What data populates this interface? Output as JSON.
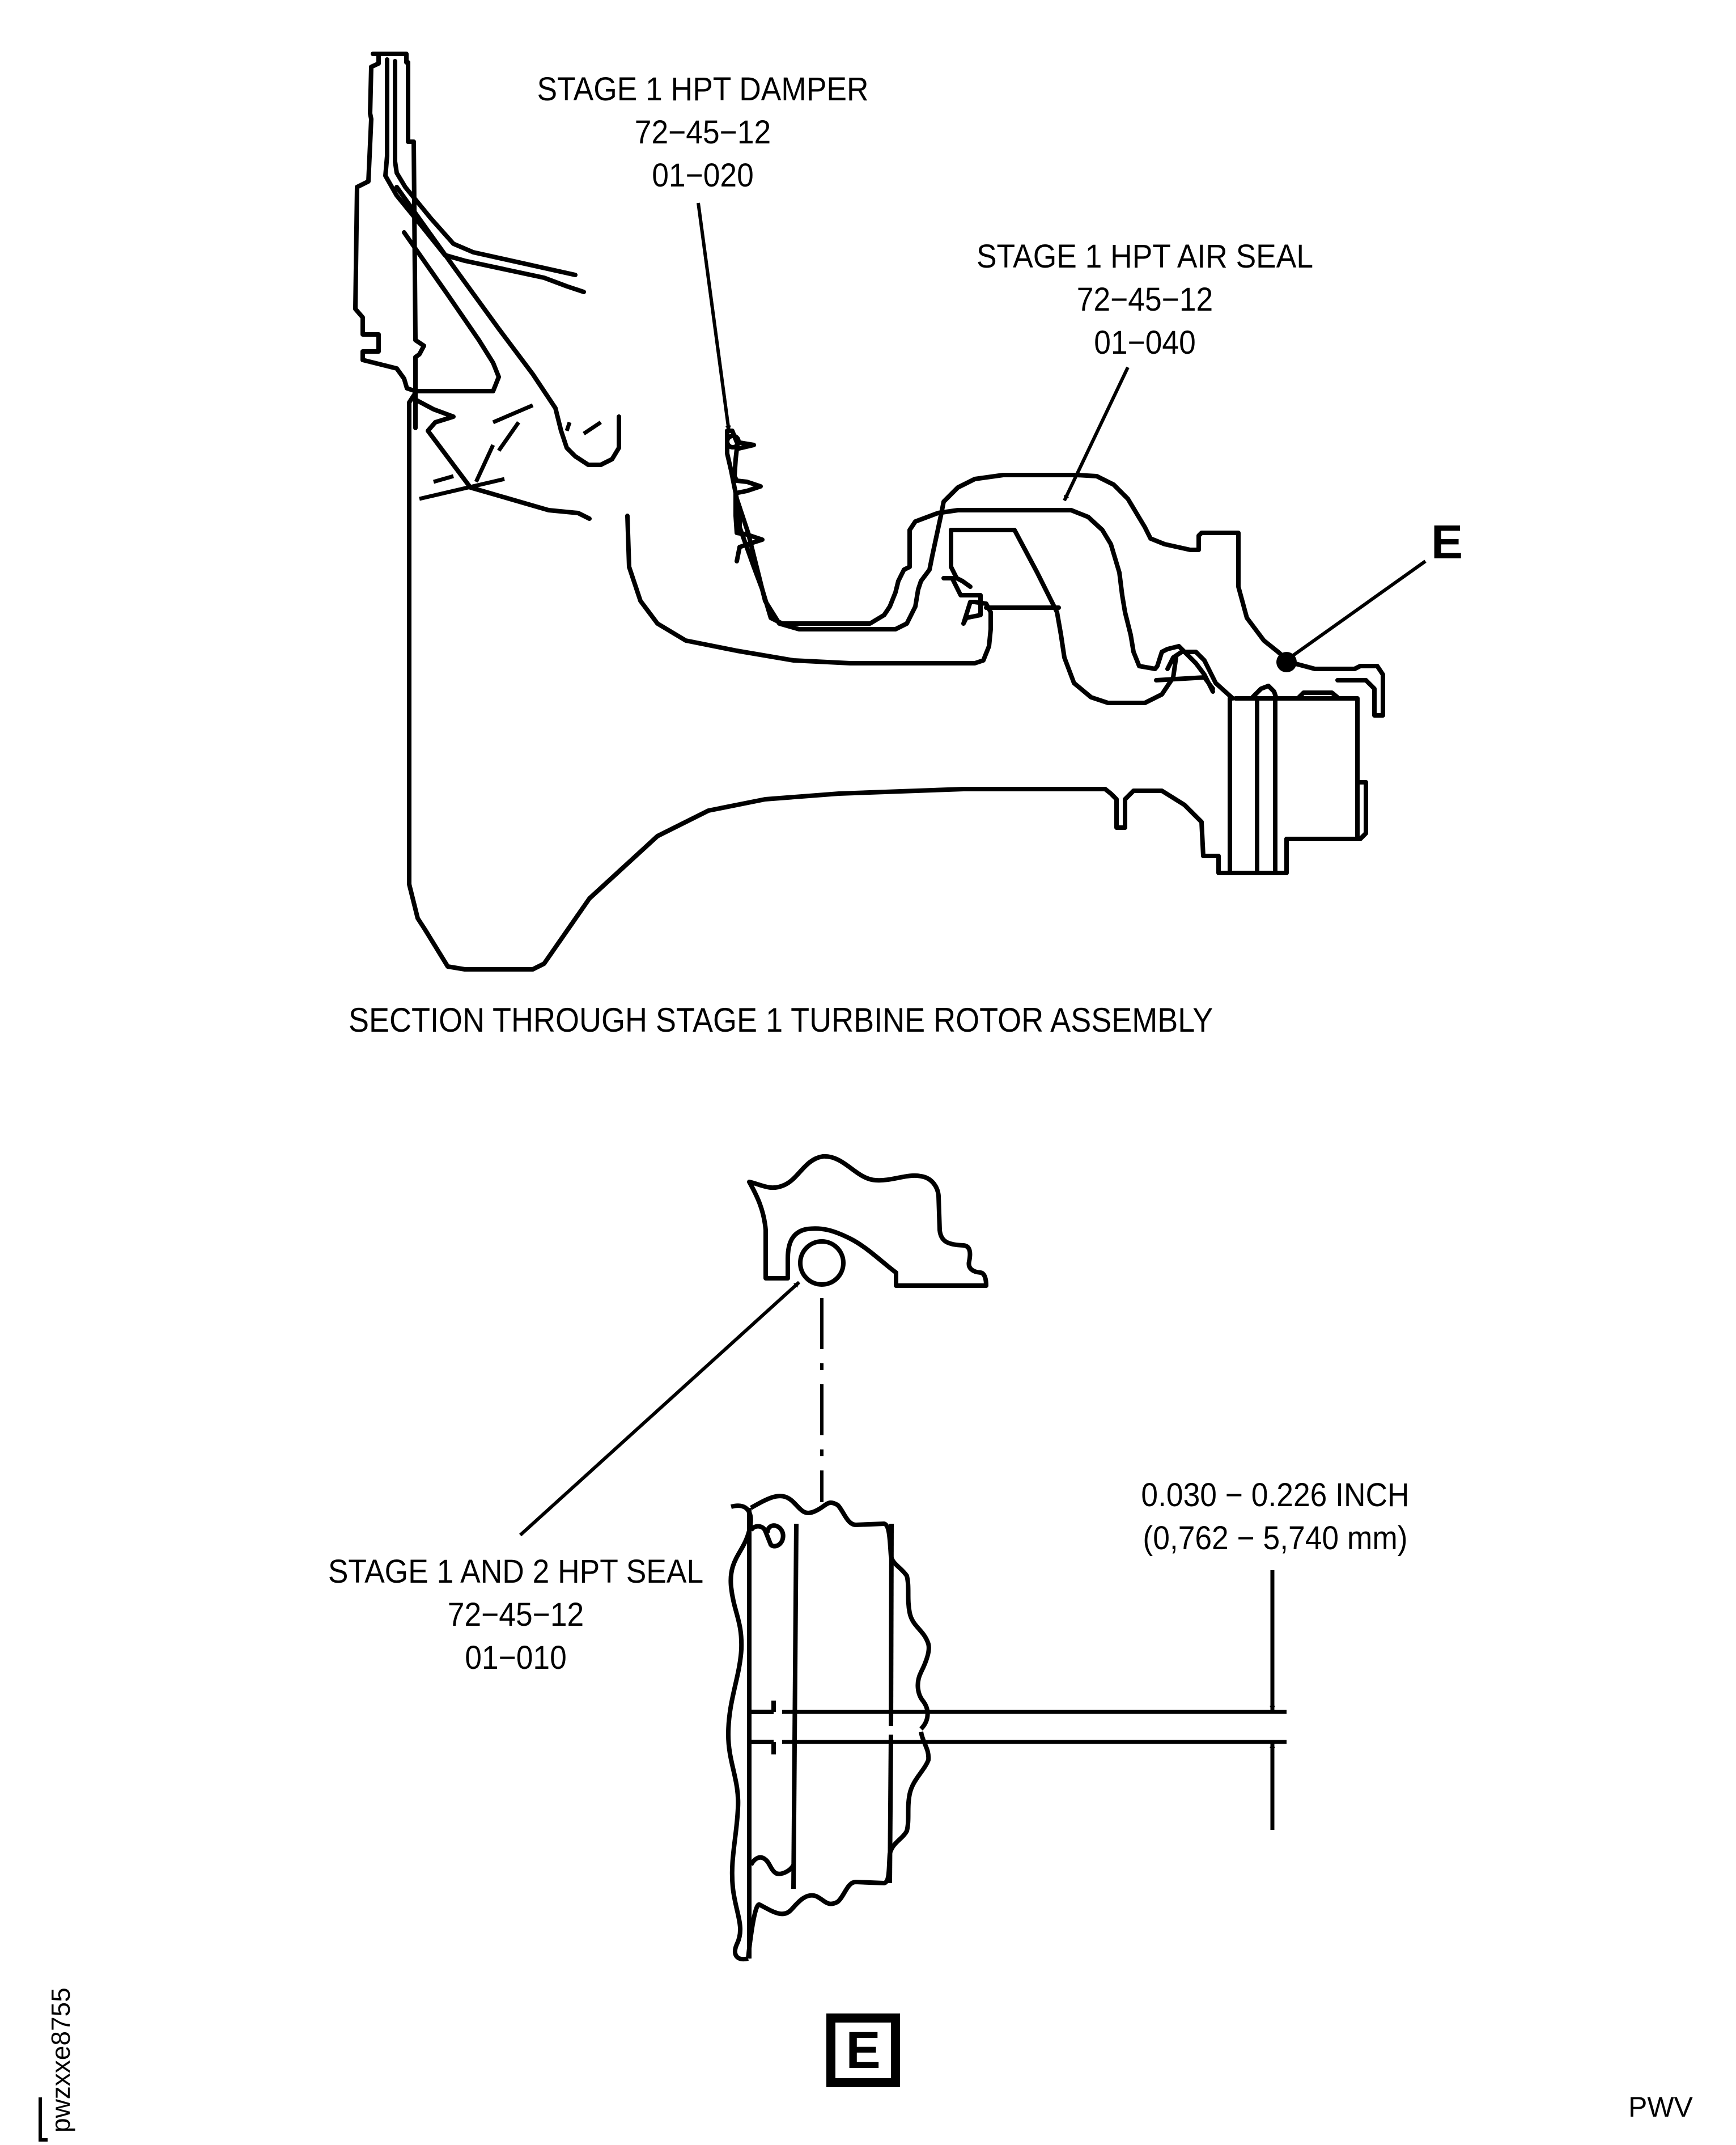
{
  "figure": {
    "section_title": "SECTION THROUGH STAGE 1 TURBINE ROTOR ASSEMBLY",
    "view_callout": "E",
    "view_label": "E",
    "figure_id": "pwzxxe8755",
    "footer_code": "PWV"
  },
  "callouts": [
    {
      "name": "STAGE 1 HPT DAMPER",
      "chapter": "72−45−12",
      "item": "01−020"
    },
    {
      "name": "STAGE 1 HPT AIR SEAL",
      "chapter": "72−45−12",
      "item": "01−040"
    },
    {
      "name": "STAGE 1 AND 2 HPT SEAL",
      "chapter": "72−45−12",
      "item": "01−010"
    }
  ],
  "dimension": {
    "imperial": "0.030 − 0.226 INCH",
    "metric": "(0,762 − 5,740 mm)"
  },
  "colors": {
    "line": "#000000",
    "background": "#ffffff"
  }
}
